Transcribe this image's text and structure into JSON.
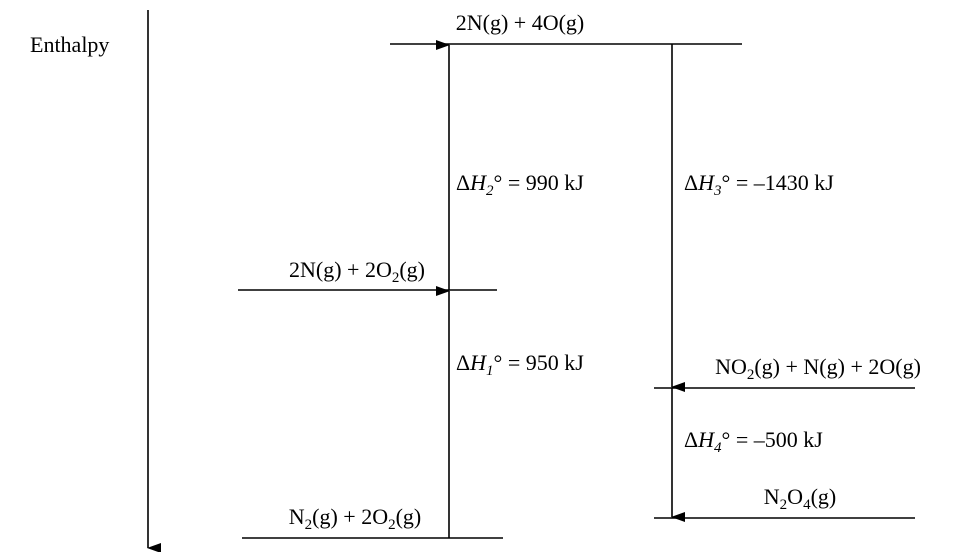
{
  "axis_label": "Enthalpy",
  "levels": {
    "top": [
      "2N(g) + 4O(g)"
    ],
    "middle_left": [
      "2N(g) + 2O",
      "2",
      "(g)"
    ],
    "bottom_left": [
      "N",
      "2",
      "(g) + 2O",
      "2",
      "(g)"
    ],
    "middle_right": [
      "NO",
      "2",
      "(g) + N(g) + 2O(g)"
    ],
    "bottom_right": [
      "N",
      "2",
      "O",
      "4",
      "(g)"
    ]
  },
  "transitions": {
    "dh1": {
      "delta": "Δ",
      "h": "H",
      "sub": "1",
      "rest": "° = 950 kJ"
    },
    "dh2": {
      "delta": "Δ",
      "h": "H",
      "sub": "2",
      "rest": "° = 990 kJ"
    },
    "dh3": {
      "delta": "Δ",
      "h": "H",
      "sub": "3",
      "rest": "° = –1430 kJ"
    },
    "dh4": {
      "delta": "Δ",
      "h": "H",
      "sub": "4",
      "rest": "° = –500 kJ"
    }
  }
}
